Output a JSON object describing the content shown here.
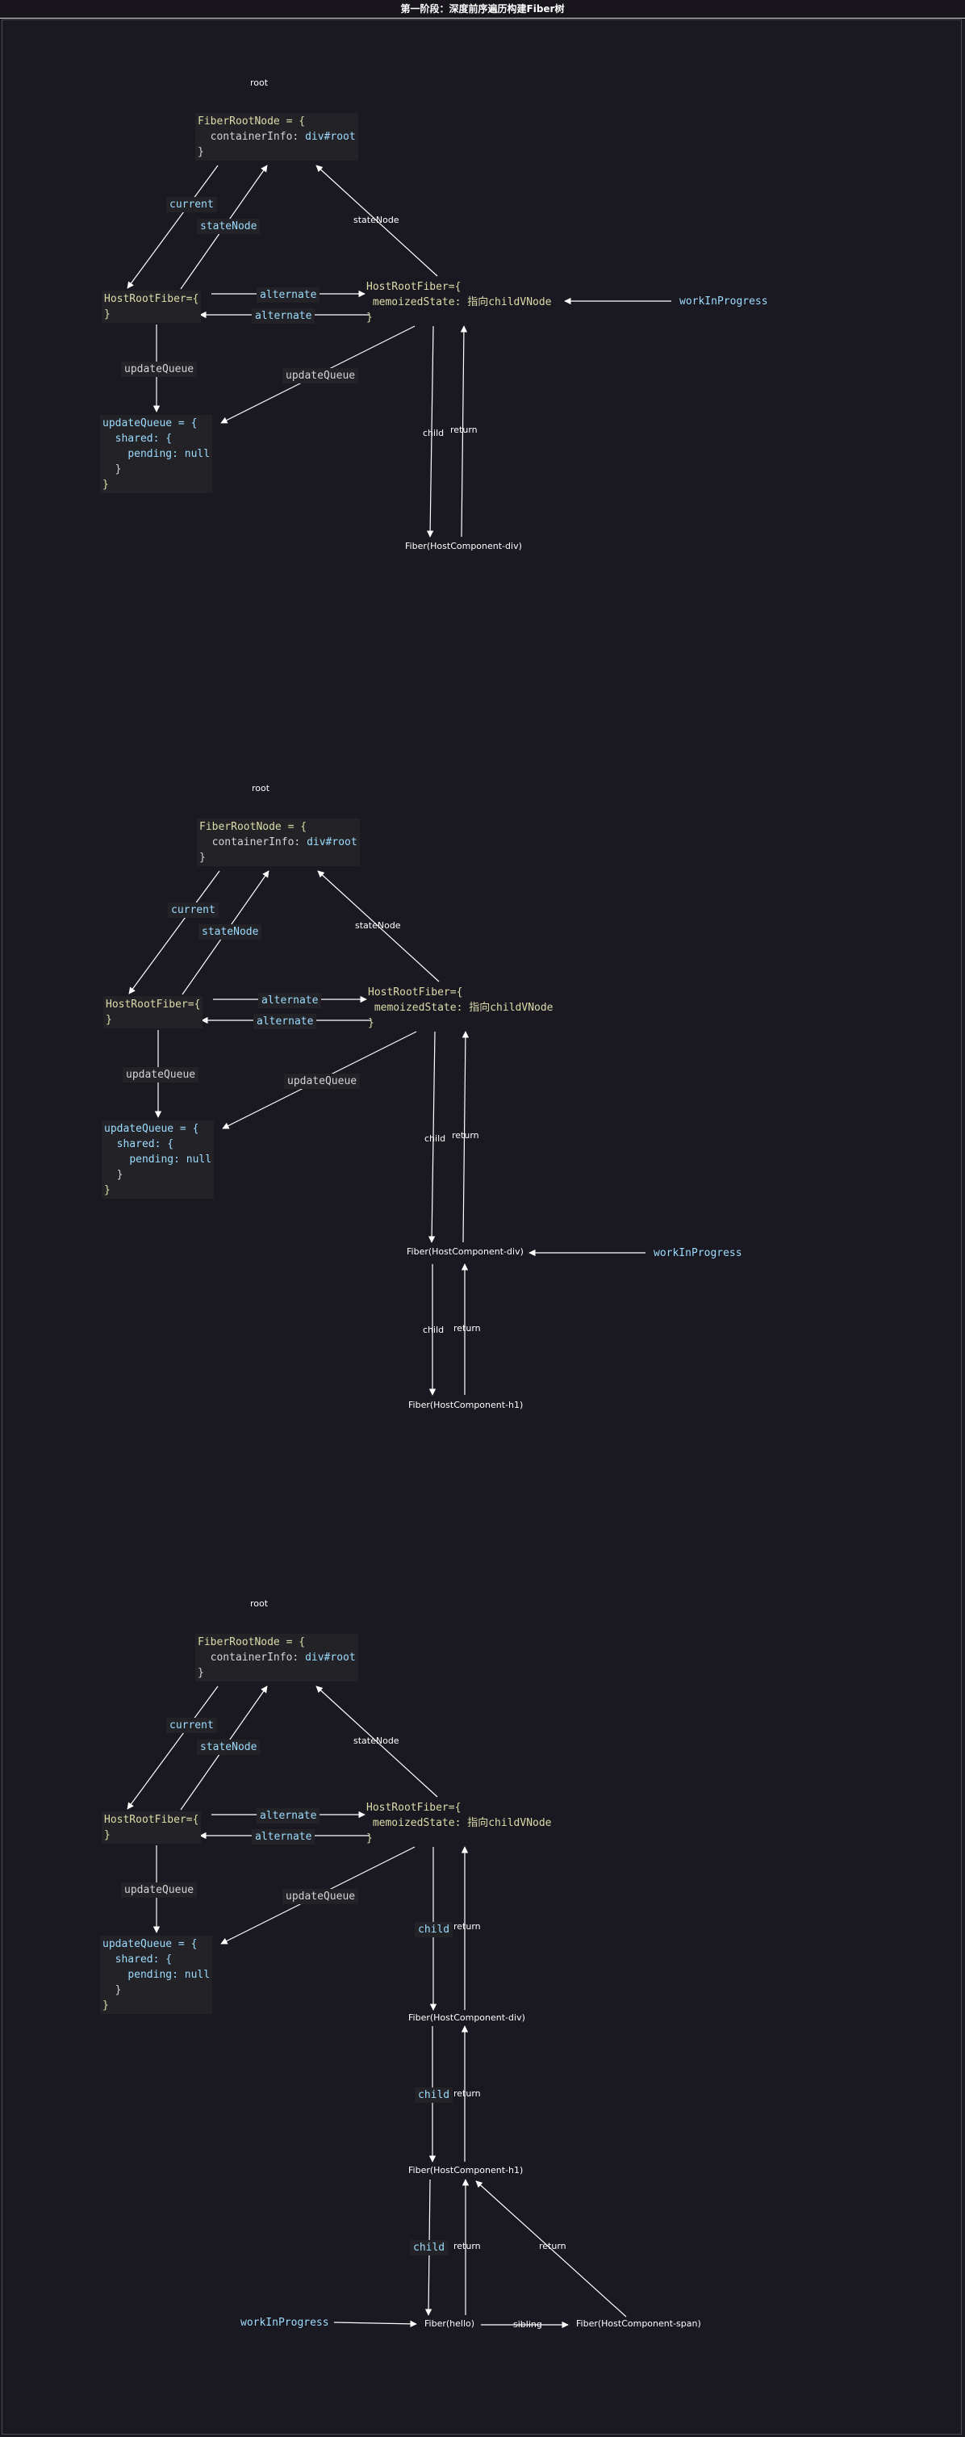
{
  "title": "第一阶段：深度前序遍历构建Fiber树",
  "labels": {
    "root": "root",
    "fiber_root_line1": "FiberRootNode = {",
    "container_key": "containerInfo: ",
    "container_val": "div#root",
    "close_brace": "}",
    "host_root_fiber_open": "HostRootFiber={",
    "current": "current",
    "state_node": "stateNode",
    "alternate": "alternate",
    "host_root_fiber2_line1": "HostRootFiber={",
    "memoized_state": "memoizedState: 指向childVNode",
    "update_queue": "updateQueue",
    "update_queue_open": "updateQueue = {",
    "shared_open": "shared: {",
    "pending_key": "pending: ",
    "pending_val": "null",
    "child": "child",
    "return": "return",
    "sibling": "sibling",
    "work_in_progress": "workInProgress",
    "fiber_div": "Fiber(HostComponent-div)",
    "fiber_h1": "Fiber(HostComponent-h1)",
    "fiber_hello": "Fiber(hello)",
    "fiber_span": "Fiber(HostComponent-span)"
  },
  "colors": {
    "background": "#1a1820",
    "code_box": "#232227",
    "key_yellow": "#dcdcaa",
    "value_cyan": "#9cdcfe",
    "arrow": "#ffffff"
  }
}
